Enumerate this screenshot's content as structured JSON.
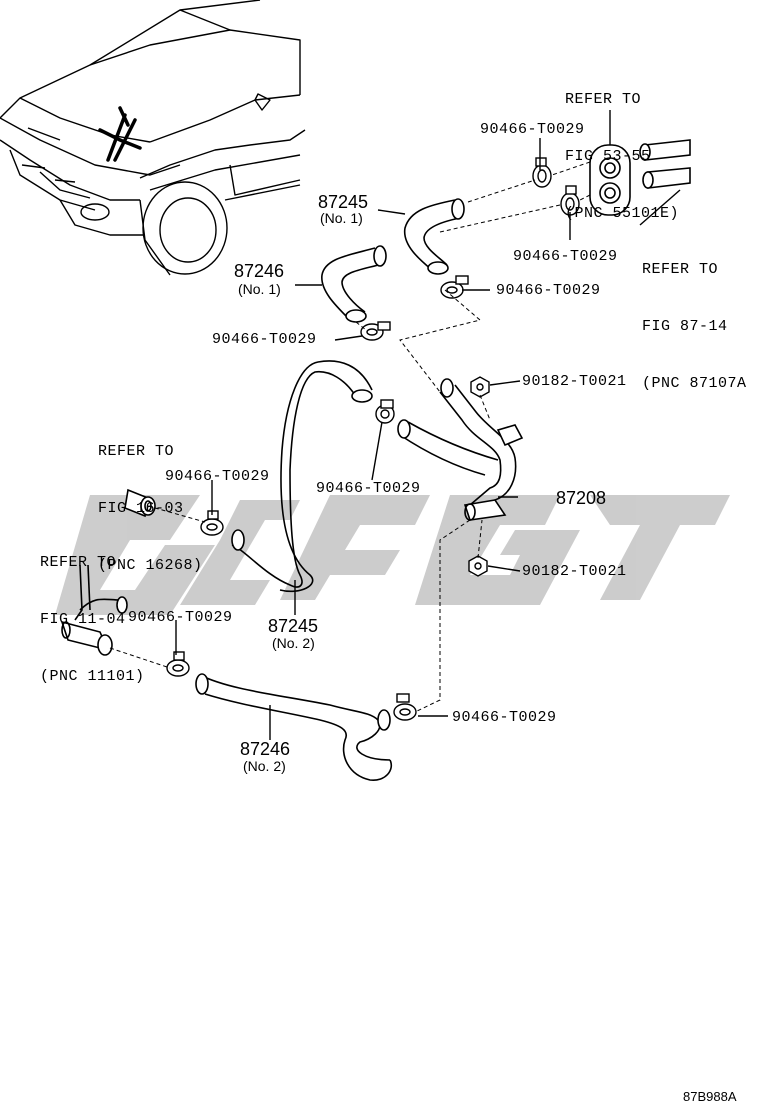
{
  "parts": {
    "hose_no1_upper": {
      "number": "87245",
      "sub": "(No. 1)"
    },
    "hose_no1_lower": {
      "number": "87246",
      "sub": "(No. 1)"
    },
    "hose_no2_upper": {
      "number": "87245",
      "sub": "(No. 2)"
    },
    "hose_no2_lower": {
      "number": "87246",
      "sub": "(No. 2)"
    },
    "pipe": {
      "number": "87208"
    },
    "clamp": "90466-T0029",
    "bolt": "90182-T0021"
  },
  "refs": {
    "heater_unit": [
      "REFER TO",
      "FIG 53-55",
      "(PNC 55101E)"
    ],
    "heater_hose": [
      "REFER TO",
      "FIG 87-14",
      "(PNC 87107A"
    ],
    "water_inlet": [
      "REFER TO",
      "FIG 16-03",
      "(PNC 16268)"
    ],
    "engine": [
      "REFER TO",
      "FIG 11-04",
      "(PNC 11101)"
    ]
  },
  "illustration_code": "87B988A",
  "colors": {
    "line": "#000000",
    "watermark": "#bdbdbd"
  }
}
